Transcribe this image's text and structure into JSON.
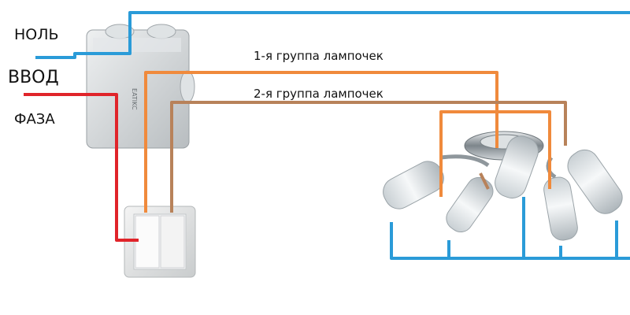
{
  "labels": {
    "null": "НОЛЬ",
    "vvod": "ВВОД",
    "faza": "ФАЗА",
    "group1": "1-я группа лампочек",
    "group2": "2-я группа лампочек"
  },
  "box_text": "EATIKC",
  "colors": {
    "neutral": "#2a9bd8",
    "phase": "#e0242a",
    "group1": "#f08a3c",
    "group2": "#b8825a",
    "box": "#d6dadb",
    "metal": "#9aa2a8",
    "glass": "#e8edf0"
  },
  "icons": [
    "junction-box-icon",
    "double-switch-icon",
    "chandelier-icon"
  ]
}
